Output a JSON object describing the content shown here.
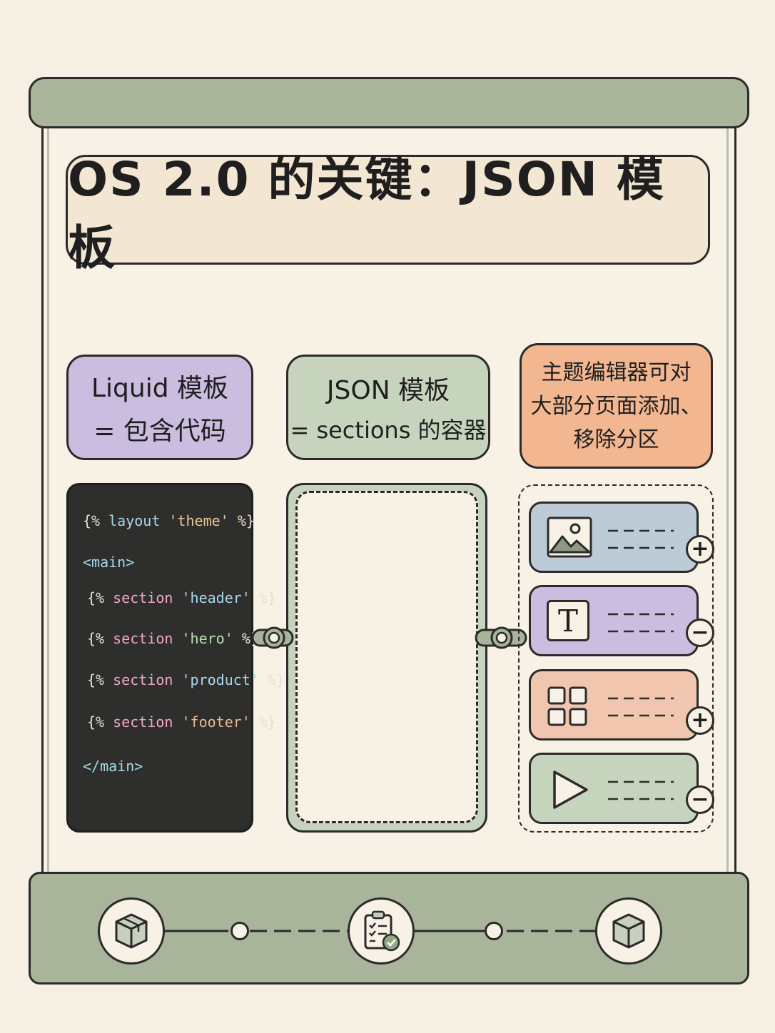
{
  "title": "OS 2.0 的关键：JSON 模板",
  "labels": {
    "liquid": {
      "line1": "Liquid 模板",
      "line2": "= 包含代码"
    },
    "json": {
      "line1": "JSON 模板",
      "line2": "= sections 的容器"
    },
    "editor": {
      "line1": "主题编辑器可对",
      "line2": "大部分页面添加、",
      "line3": "移除分区"
    }
  },
  "code": {
    "l1": {
      "open": "{%",
      "kw": "layout",
      "str": "'theme'",
      "close": "%}"
    },
    "l2": "<main>",
    "l3": {
      "open": "{%",
      "kw": "section",
      "str": "'header'",
      "close": "%}"
    },
    "l4": {
      "open": "{%",
      "kw": "section",
      "str": "'hero'",
      "close": "%}"
    },
    "l5": {
      "open": "{%",
      "kw": "section",
      "str": "'product'",
      "close": "%}"
    },
    "l6": {
      "open": "{%",
      "kw": "section",
      "str": "'footer'",
      "close": "%}"
    },
    "l7": "</main>"
  },
  "section_cards": [
    {
      "icon": "image-icon",
      "action": "+",
      "color": "#bccbd6"
    },
    {
      "icon": "text-icon",
      "glyph": "T",
      "action": "−",
      "color": "#cbbde0"
    },
    {
      "icon": "grid-icon",
      "action": "+",
      "color": "#f1c6ae"
    },
    {
      "icon": "play-icon",
      "action": "−",
      "color": "#c7d4bd"
    }
  ],
  "workflow": [
    "box-icon",
    "clipboard-check-icon",
    "box-icon"
  ],
  "colors": {
    "rod": "#a9b59a",
    "paper": "#f8f1e6",
    "code_bg": "#2e2f2d",
    "purple": "#cbbde0",
    "green": "#c7d4bd",
    "orange": "#f2b690",
    "blue": "#bccbd6"
  }
}
